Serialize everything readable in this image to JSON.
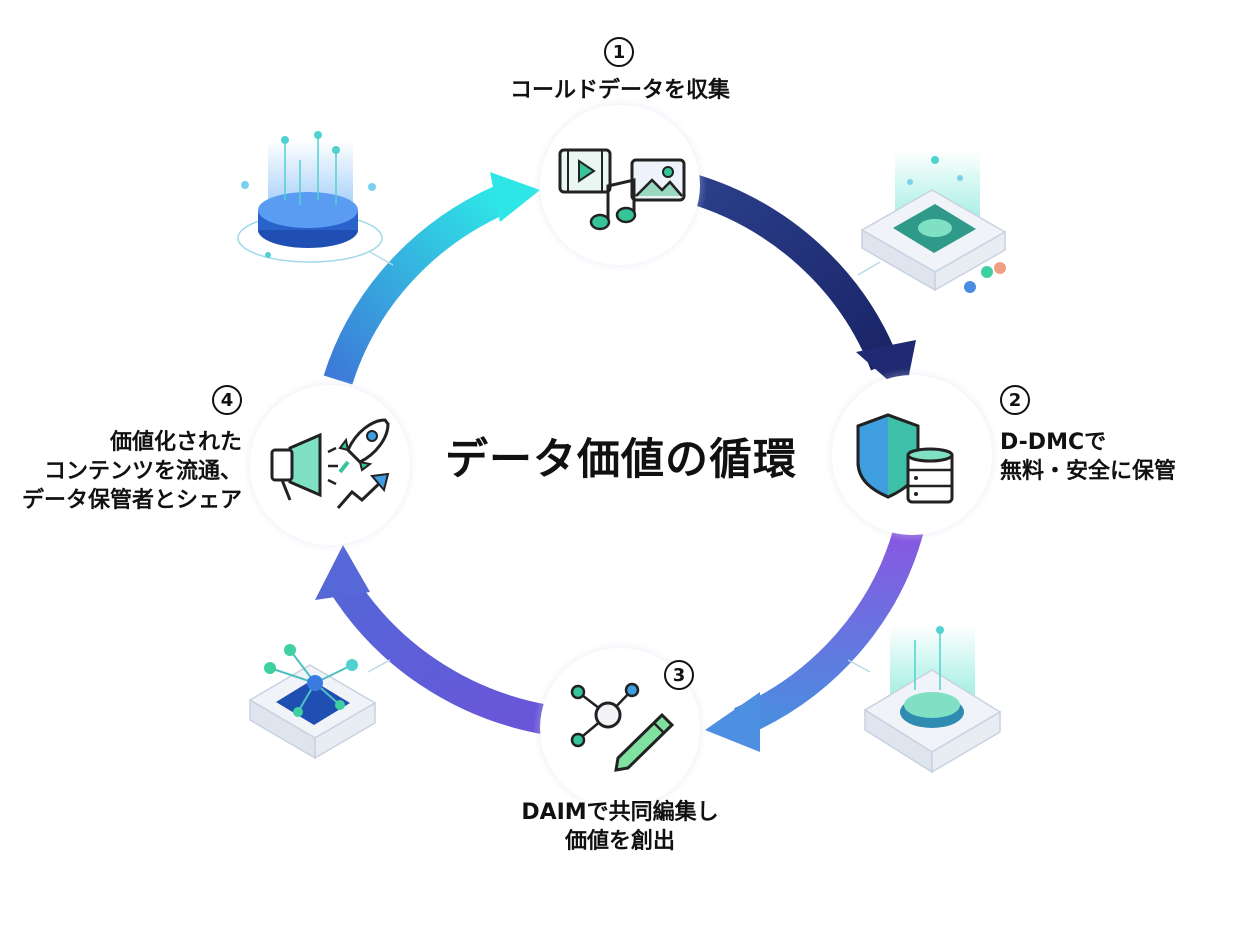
{
  "title": "データ価値の循環",
  "steps": [
    {
      "num": "1",
      "lines": [
        "コールドデータを収集"
      ]
    },
    {
      "num": "2",
      "lines": [
        "D-DMCで",
        "無料・安全に保管"
      ]
    },
    {
      "num": "3",
      "lines": [
        "DAIMで共同編集し",
        "価値を創出"
      ]
    },
    {
      "num": "4",
      "lines": [
        "価値化された",
        "コンテンツを流通、",
        "データ保管者とシェア"
      ]
    }
  ],
  "icons": {
    "step1": "media-collection-icon",
    "step2": "shield-database-icon",
    "step3": "network-edit-icon",
    "step4": "megaphone-rocket-growth-icon"
  },
  "colors": {
    "cyan": "#2ee6e6",
    "navy": "#1b2a6b",
    "purple": "#8a56e0",
    "blue": "#4a8de0"
  }
}
